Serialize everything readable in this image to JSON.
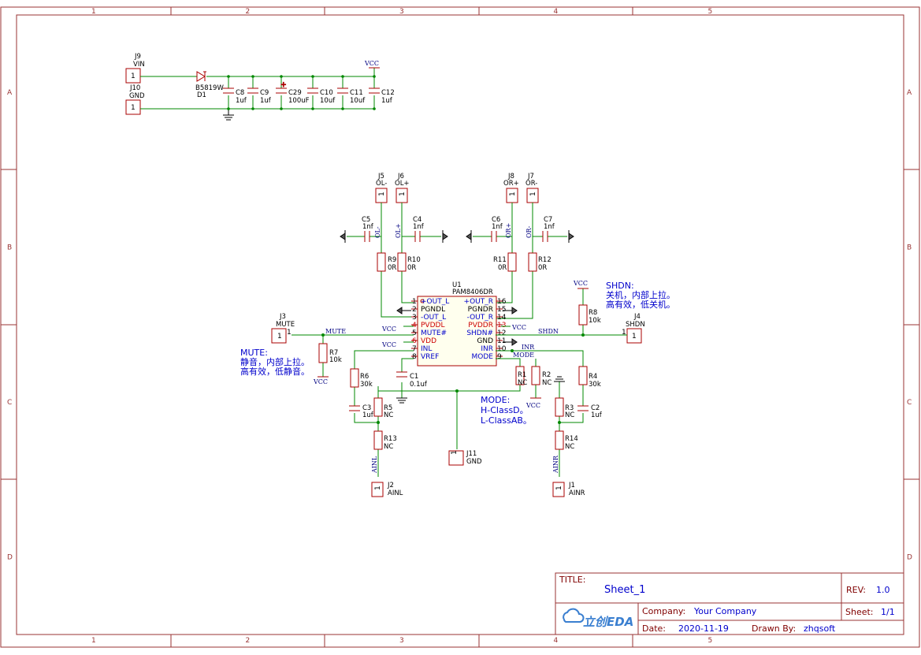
{
  "frame": {
    "cols": [
      "1",
      "2",
      "3",
      "4",
      "5"
    ],
    "rows": [
      "A",
      "B",
      "C",
      "D"
    ]
  },
  "power_section": {
    "j9": {
      "ref": "J9",
      "value": "VIN",
      "pin": "1"
    },
    "j10": {
      "ref": "J10",
      "value": "GND",
      "pin": "1"
    },
    "d1": {
      "ref": "D1",
      "value": "B5819W"
    },
    "vcc": "VCC",
    "caps": [
      {
        "ref": "C8",
        "value": "1uf"
      },
      {
        "ref": "C9",
        "value": "1uf"
      },
      {
        "ref": "C29",
        "value": "100uF"
      },
      {
        "ref": "C10",
        "value": "10uf"
      },
      {
        "ref": "C11",
        "value": "10uf"
      },
      {
        "ref": "C12",
        "value": "1uf"
      }
    ],
    "polarity": "+"
  },
  "connectors": {
    "j5": {
      "ref": "J5",
      "value": "OL-",
      "pin": "1"
    },
    "j6": {
      "ref": "J6",
      "value": "OL+",
      "pin": "1"
    },
    "j8": {
      "ref": "J8",
      "value": "OR+",
      "pin": "1"
    },
    "j7": {
      "ref": "J7",
      "value": "OR-",
      "pin": "1"
    },
    "j3": {
      "ref": "J3",
      "value": "MUTE",
      "pin": "1"
    },
    "j4": {
      "ref": "J4",
      "value": "SHDN",
      "pin": "1"
    },
    "j11": {
      "ref": "J11",
      "value": "GND",
      "pin": "1"
    },
    "j2": {
      "ref": "J2",
      "value": "AINL",
      "pin": "1"
    },
    "j1": {
      "ref": "J1",
      "value": "AINR",
      "pin": "1"
    }
  },
  "components": {
    "c5": {
      "ref": "C5",
      "value": "1nf"
    },
    "c4": {
      "ref": "C4",
      "value": "1nf"
    },
    "c6": {
      "ref": "C6",
      "value": "1nf"
    },
    "c7": {
      "ref": "C7",
      "value": "1nf"
    },
    "r9": {
      "ref": "R9",
      "value": "0R"
    },
    "r10": {
      "ref": "R10",
      "value": "0R"
    },
    "r11": {
      "ref": "R11",
      "value": "0R"
    },
    "r12": {
      "ref": "R12",
      "value": "0R"
    },
    "r8": {
      "ref": "R8",
      "value": "10k"
    },
    "r7": {
      "ref": "R7",
      "value": "10k"
    },
    "r6": {
      "ref": "R6",
      "value": "30k"
    },
    "c1": {
      "ref": "C1",
      "value": "0.1uf"
    },
    "c3": {
      "ref": "C3",
      "value": "1uf"
    },
    "r5": {
      "ref": "R5",
      "value": "NC"
    },
    "r13": {
      "ref": "R13",
      "value": "NC"
    },
    "r1": {
      "ref": "R1",
      "value": "NC"
    },
    "r2": {
      "ref": "R2",
      "value": "NC"
    },
    "r4": {
      "ref": "R4",
      "value": "30k"
    },
    "r3": {
      "ref": "R3",
      "value": "NC"
    },
    "c2": {
      "ref": "C2",
      "value": "1uf"
    },
    "r14": {
      "ref": "R14",
      "value": "NC"
    }
  },
  "ic": {
    "ref": "U1",
    "value": "PAM8406DR",
    "left_pins": [
      {
        "num": "1",
        "name": "+OUT_L"
      },
      {
        "num": "2",
        "name": "PGNDL"
      },
      {
        "num": "3",
        "name": "-OUT_L"
      },
      {
        "num": "4",
        "name": "PVDDL"
      },
      {
        "num": "5",
        "name": "MUTE#"
      },
      {
        "num": "6",
        "name": "VDD"
      },
      {
        "num": "7",
        "name": "INL"
      },
      {
        "num": "8",
        "name": "VREF"
      }
    ],
    "right_pins": [
      {
        "num": "16",
        "name": "+OUT_R"
      },
      {
        "num": "15",
        "name": "PGNDR"
      },
      {
        "num": "14",
        "name": "-OUT_R"
      },
      {
        "num": "13",
        "name": "PVDDR"
      },
      {
        "num": "12",
        "name": "SHDN#"
      },
      {
        "num": "11",
        "name": "GND"
      },
      {
        "num": "10",
        "name": "INR"
      },
      {
        "num": "9",
        "name": "MODE"
      }
    ]
  },
  "nets": {
    "ol_minus": "OL-",
    "ol_plus": "OL+",
    "or_plus": "OR+",
    "or_minus": "OR-",
    "mute": "MUTE",
    "shdn": "SHDN",
    "inr": "INR",
    "mode": "MODE",
    "ainl": "AINL",
    "ainr": "AINR",
    "vcc": "VCC"
  },
  "notes": {
    "shdn": [
      "SHDN:",
      "关机，内部上拉。",
      "高有效，低关机。"
    ],
    "mute": [
      "MUTE:",
      "静音，内部上拉。",
      "高有效，低静音。"
    ],
    "mode": [
      "MODE:",
      "H-ClassD。",
      "L-ClassAB。"
    ]
  },
  "title_block": {
    "title_label": "TITLE:",
    "title": "Sheet_1",
    "rev_label": "REV:",
    "rev": "1.0",
    "company_label": "Company:",
    "company": "Your Company",
    "sheet_label": "Sheet:",
    "sheet": "1/1",
    "date_label": "Date:",
    "date": "2020-11-19",
    "drawn_label": "Drawn By:",
    "drawn": "zhqsoft",
    "logo": "立创EDA"
  }
}
